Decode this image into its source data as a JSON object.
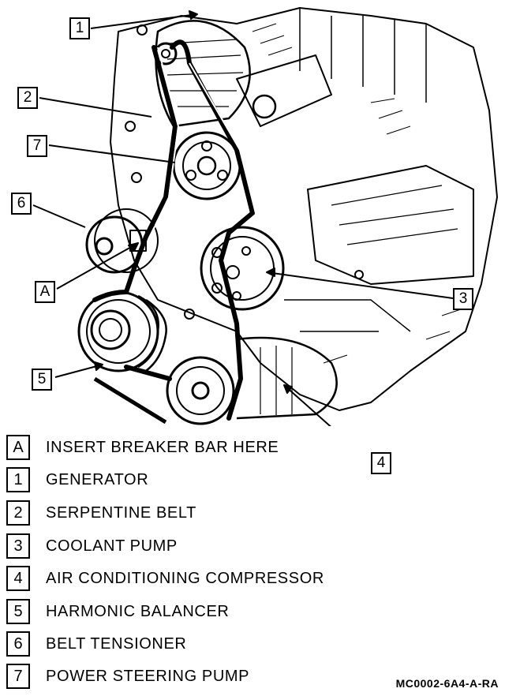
{
  "callouts": [
    {
      "key": "1"
    },
    {
      "key": "2"
    },
    {
      "key": "7"
    },
    {
      "key": "6"
    },
    {
      "key": "A"
    },
    {
      "key": "5"
    },
    {
      "key": "3"
    },
    {
      "key": "4"
    }
  ],
  "legend": [
    {
      "key": "A",
      "text": "INSERT BREAKER BAR HERE"
    },
    {
      "key": "1",
      "text": "GENERATOR"
    },
    {
      "key": "2",
      "text": "SERPENTINE BELT"
    },
    {
      "key": "3",
      "text": "COOLANT PUMP"
    },
    {
      "key": "4",
      "text": "AIR CONDITIONING COMPRESSOR"
    },
    {
      "key": "5",
      "text": "HARMONIC BALANCER"
    },
    {
      "key": "6",
      "text": "BELT TENSIONER"
    },
    {
      "key": "7",
      "text": "POWER STEERING PUMP"
    }
  ],
  "figure_code": "MC0002-6A4-A-RA"
}
